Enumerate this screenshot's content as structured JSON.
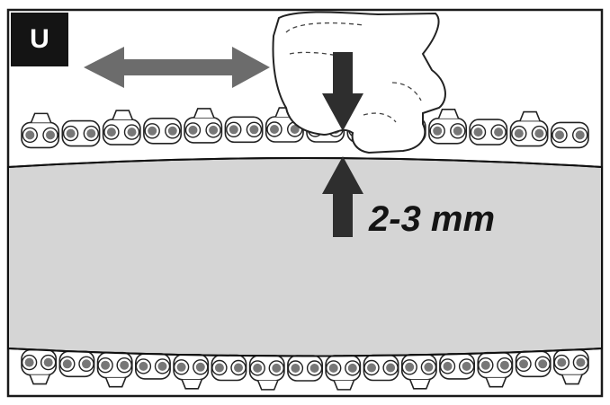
{
  "figure": {
    "label": "U",
    "measurement": "2-3 mm",
    "chain_links": {
      "top_count": 14,
      "bottom_count": 15
    },
    "colors": {
      "frame": "#1a1a1a",
      "bar_fill": "#d5d5d5",
      "arrow_gray": "#6c6c6c",
      "arrow_dark": "#2e2e2e",
      "badge": "#141414"
    },
    "icons": [
      "double-arrow-icon",
      "down-arrow-icon",
      "up-arrow-icon",
      "hand-icon"
    ]
  }
}
